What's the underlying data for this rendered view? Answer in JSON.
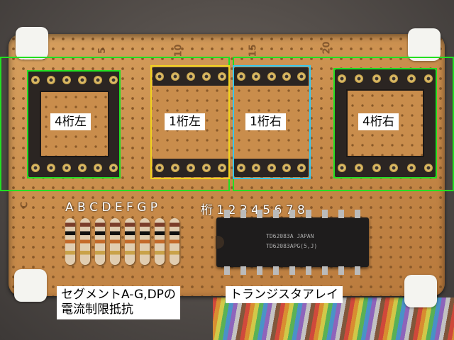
{
  "labels": {
    "digit4_left": "4桁左",
    "digit1_left": "1桁左",
    "digit1_right": "1桁右",
    "digit4_right": "4桁右",
    "segment_header": "A B C D E F G P",
    "digit_header": "桁 1 2 3 4 5 6 7 8",
    "resistor_line1": "セグメントA-G,DPの",
    "resistor_line2": "電流制限抵抗",
    "transistor_array": "トランジスタアレイ"
  },
  "board_markings": {
    "ruler": [
      "5",
      "10",
      "15",
      "20"
    ],
    "edge_letter": "C"
  },
  "ic_markings": {
    "line1": "TD62083A JAPAN",
    "line2": "TD62083APG(5,J)"
  },
  "colors": {
    "frame_green": "#22e022",
    "frame_yellow": "#f0d21e",
    "frame_cyan": "#35c8f0"
  }
}
